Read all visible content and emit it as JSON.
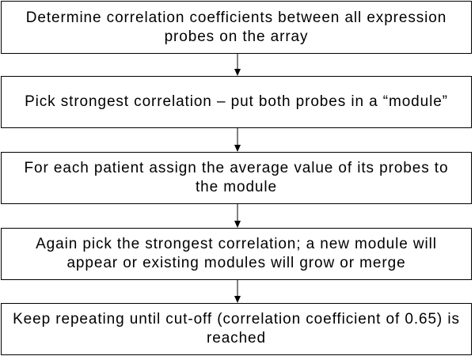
{
  "flowchart": {
    "steps": [
      {
        "text": "Determine correlation coefficients between all expression probes on the array"
      },
      {
        "text": "Pick strongest correlation – put both probes in a “module”"
      },
      {
        "text": "For each patient assign the average value of its probes to the module"
      },
      {
        "text": "Again pick the strongest correlation; a new module will appear or existing modules will grow or merge"
      },
      {
        "text": "Keep repeating until cut-off (correlation coefficient of 0.65) is reached"
      }
    ]
  }
}
